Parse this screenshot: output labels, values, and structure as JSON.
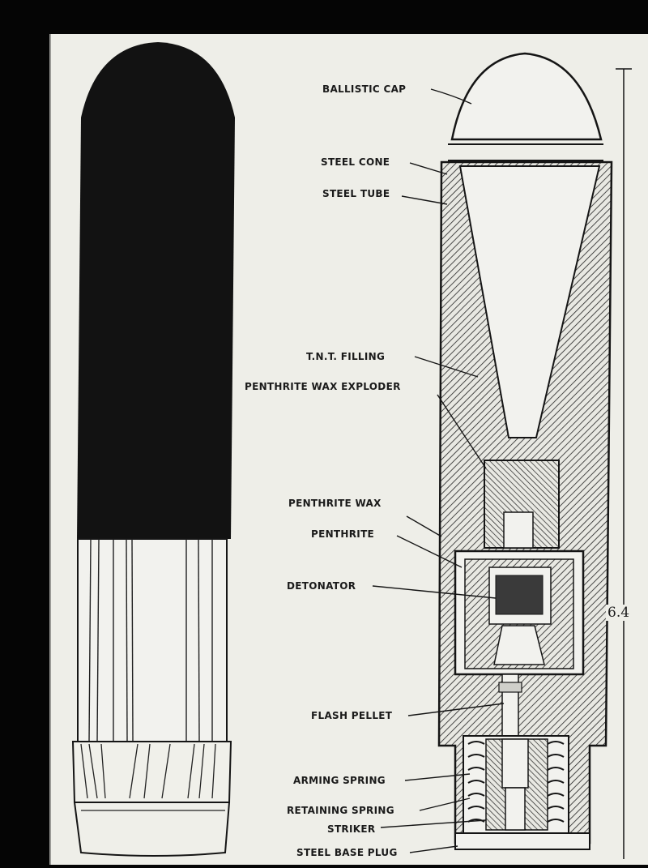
{
  "diagram": {
    "dimension_label": "6.4",
    "labels": [
      {
        "id": "ballistic-cap",
        "text": "BALLISTIC CAP"
      },
      {
        "id": "steel-cone",
        "text": "STEEL CONE"
      },
      {
        "id": "steel-tube",
        "text": "STEEL TUBE"
      },
      {
        "id": "tnt-filling",
        "text": "T.N.T. FILLING"
      },
      {
        "id": "penthrite-wax-exploder",
        "text": "PENTHRITE WAX EXPLODER"
      },
      {
        "id": "penthrite-wax",
        "text": "PENTHRITE WAX"
      },
      {
        "id": "penthrite",
        "text": "PENTHRITE"
      },
      {
        "id": "detonator",
        "text": "DETONATOR"
      },
      {
        "id": "flash-pellet",
        "text": "FLASH PELLET"
      },
      {
        "id": "arming-spring",
        "text": "ARMING SPRING"
      },
      {
        "id": "retaining-spring",
        "text": "RETAINING SPRING"
      },
      {
        "id": "striker",
        "text": "STRIKER"
      },
      {
        "id": "steel-base-plug",
        "text": "STEEL BASE PLUG"
      }
    ]
  },
  "colors": {
    "paper": "#eeeee8",
    "ink": "#141414",
    "background": "#050505"
  }
}
